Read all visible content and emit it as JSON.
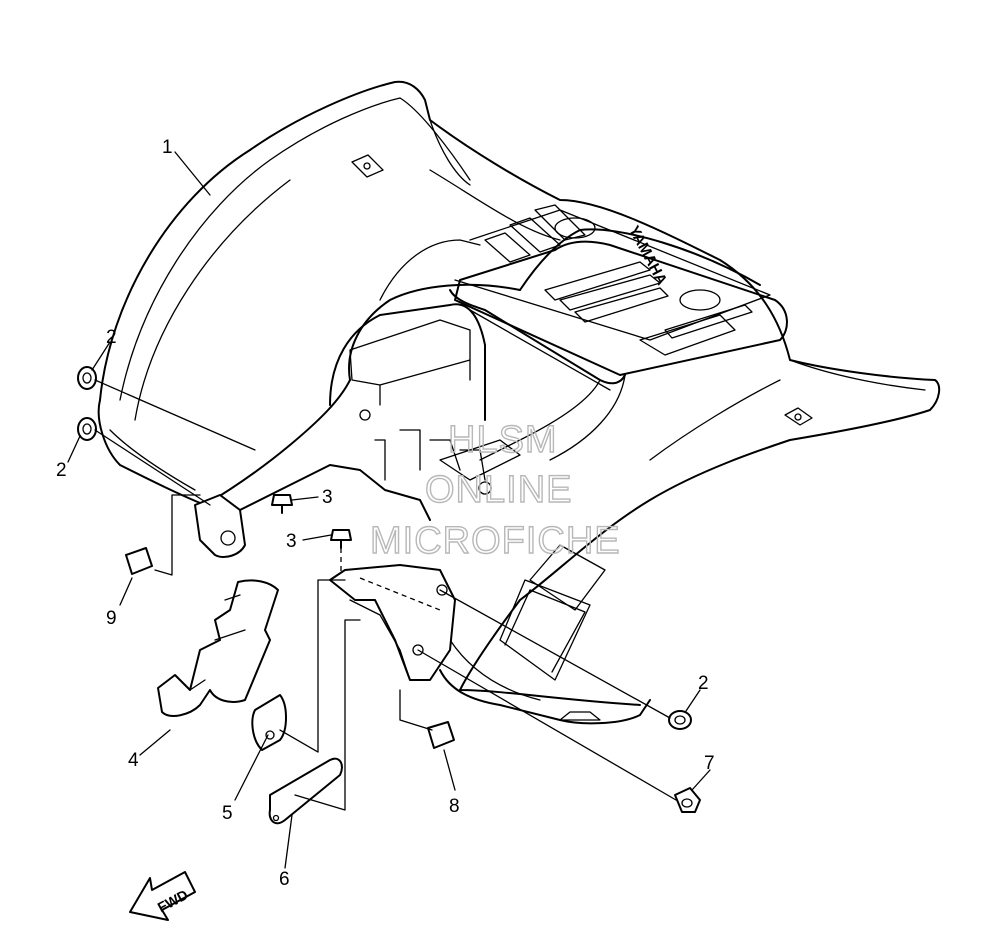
{
  "callouts": [
    {
      "label": "1"
    },
    {
      "label": "2"
    },
    {
      "label": "2"
    },
    {
      "label": "2"
    },
    {
      "label": "3"
    },
    {
      "label": "3"
    },
    {
      "label": "4"
    },
    {
      "label": "5"
    },
    {
      "label": "6"
    },
    {
      "label": "7"
    },
    {
      "label": "8"
    },
    {
      "label": "9"
    }
  ],
  "watermark": {
    "line1": "HLSM",
    "line2": "ONLINE",
    "line3": "MICROFICHE"
  },
  "logo_text": "YAMAHA",
  "direction_arrow": {
    "label": "FWD",
    "icon": "arrow-left-icon"
  }
}
